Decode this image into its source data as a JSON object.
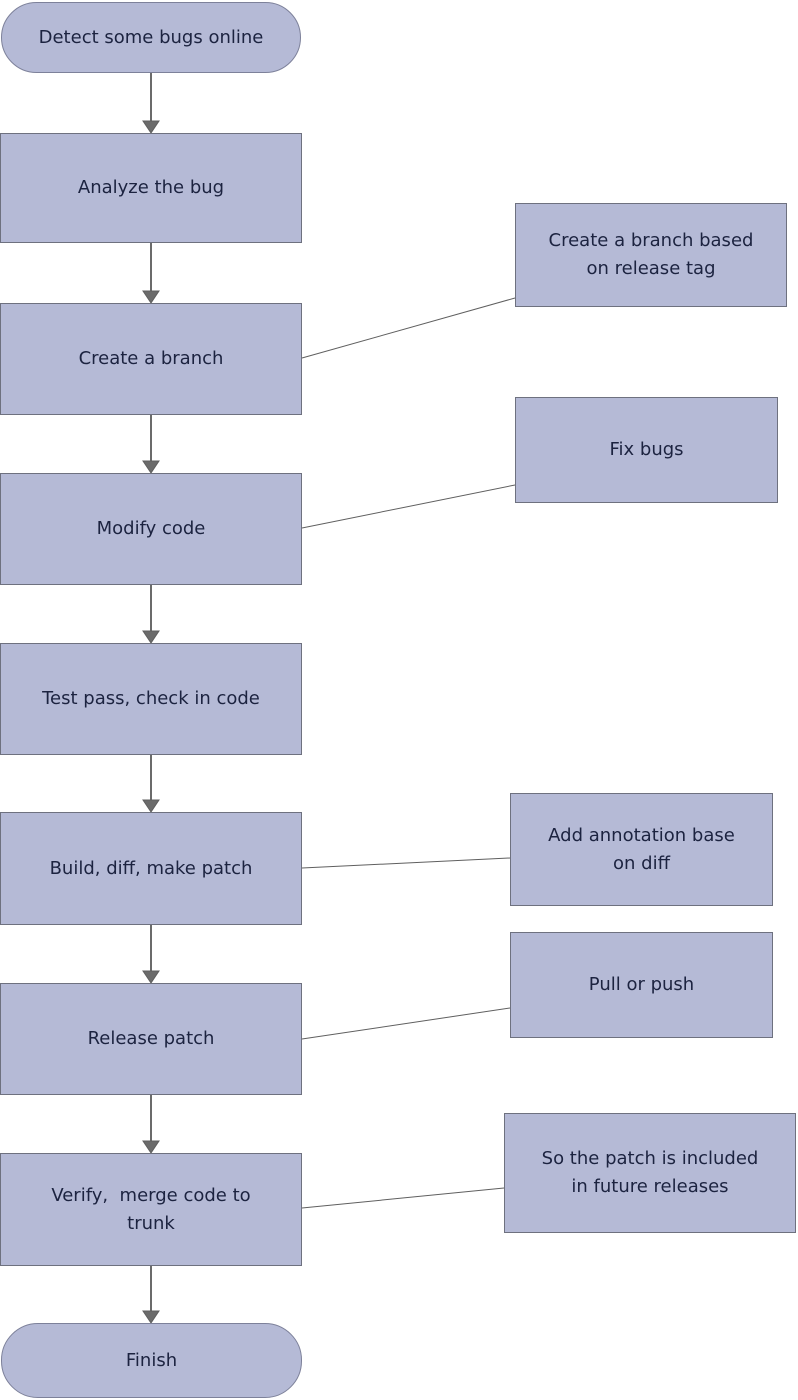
{
  "flow": {
    "start": {
      "label": "Detect some bugs online"
    },
    "steps": [
      {
        "label": "Analyze the bug"
      },
      {
        "label": "Create a branch",
        "annotation": "Create a branch based\non release tag"
      },
      {
        "label": "Modify code",
        "annotation": "Fix bugs"
      },
      {
        "label": "Test pass, check in code"
      },
      {
        "label": "Build, diff, make patch",
        "annotation": "Add annotation base\non diff"
      },
      {
        "label": "Release patch",
        "annotation": "Pull or push"
      },
      {
        "label": "Verify,  merge code to\ntrunk",
        "annotation": "So the patch is included\nin future releases"
      }
    ],
    "end": {
      "label": "Finish"
    },
    "colors": {
      "node_fill": "#b5bad6",
      "node_border": "#6e717f",
      "text": "#1c2340",
      "arrow": "#6b6b6b",
      "connector_line": "#5f5f5f",
      "background": "#ffffff"
    }
  }
}
